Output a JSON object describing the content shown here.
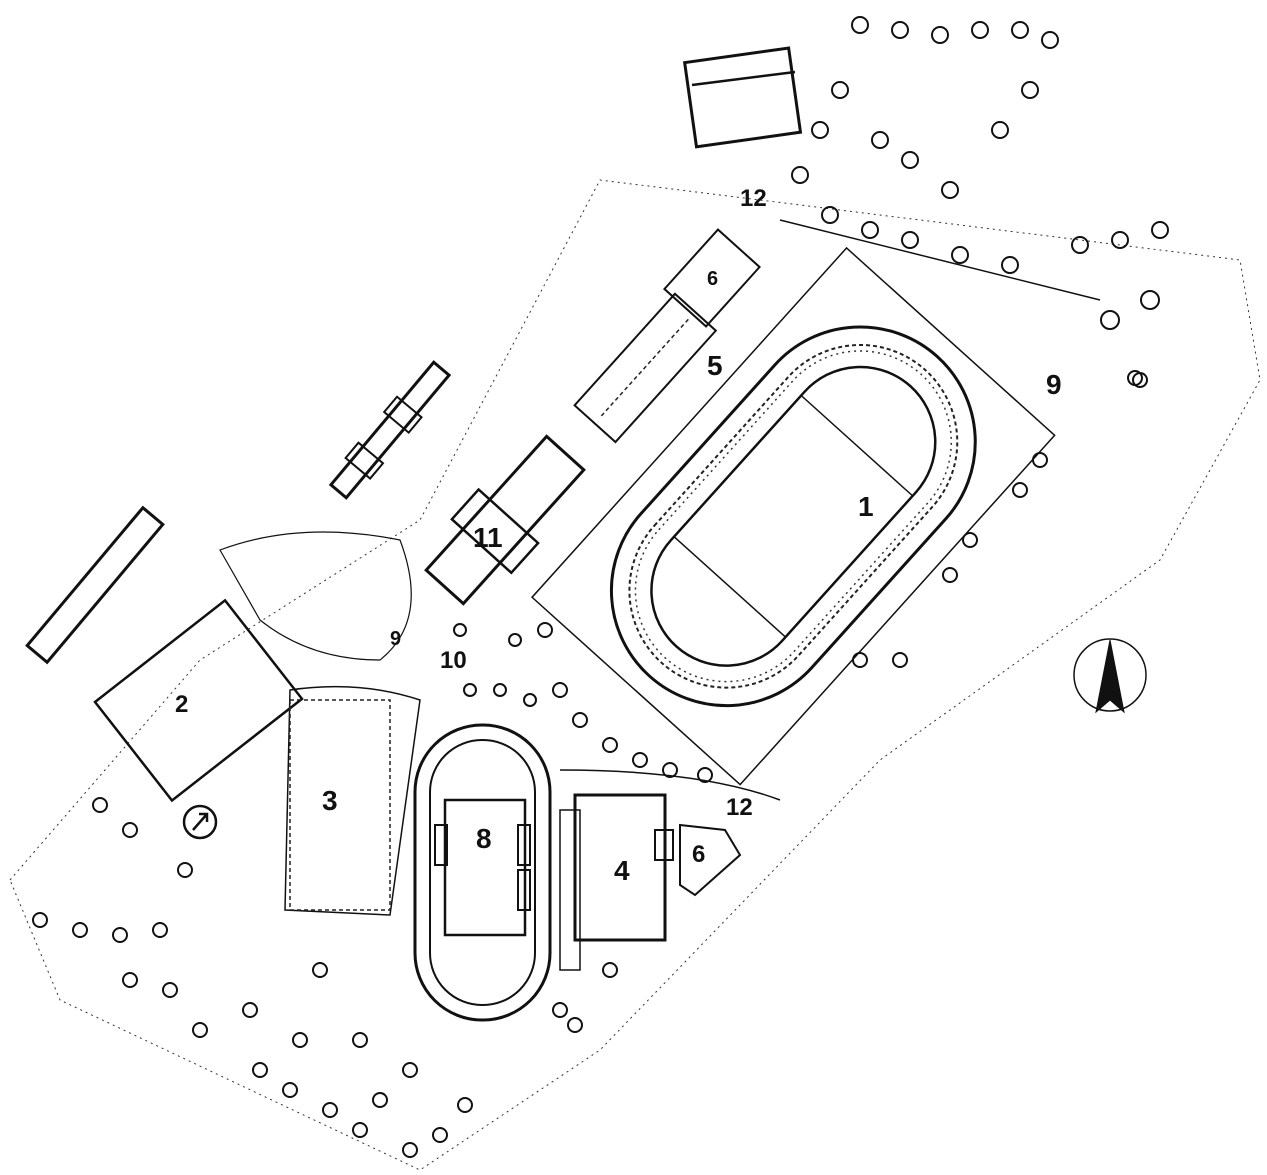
{
  "plan_labels": {
    "stadium": "1",
    "field_2": "2",
    "field_3": "3",
    "building_4": "4",
    "stand_5": "5",
    "pavilion_6_top": "6",
    "pavilion_6_bottom": "6",
    "small_arena_8": "8",
    "entrance_9_right": "9",
    "entrance_9_left": "9",
    "area_10": "10",
    "building_11": "11",
    "gate_12_top": "12",
    "gate_12_bottom": "12"
  },
  "colors": {
    "ink": "#111111",
    "background": "#ffffff"
  },
  "icons": {
    "north_arrow": "north-arrow-icon",
    "entrance_marker": "arrow-up-right-icon"
  }
}
